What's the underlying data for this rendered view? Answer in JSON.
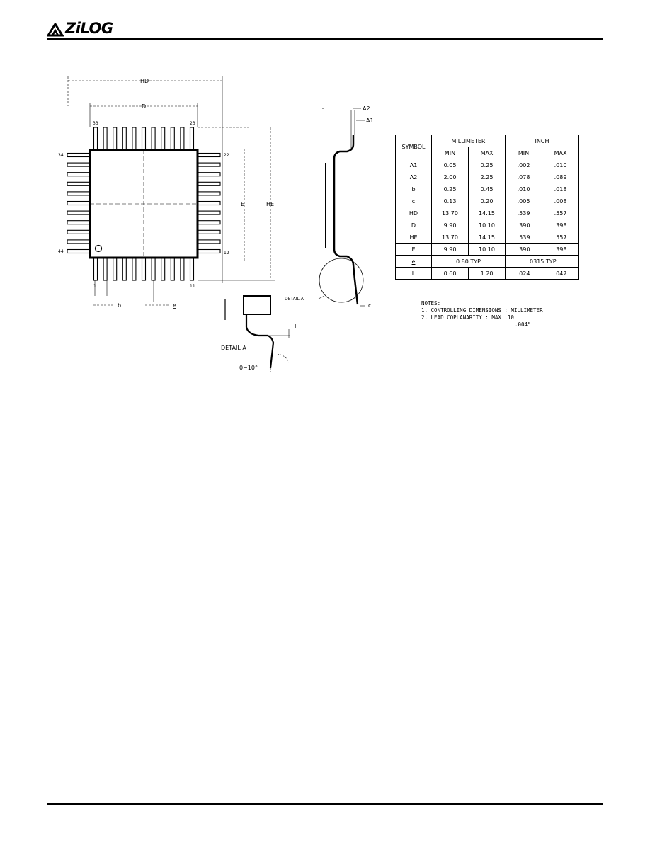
{
  "header": {
    "logo_text": "ZiLOG"
  },
  "table": {
    "symbol_header": "SYMBOL",
    "millimeter_header": "MILLIMETER",
    "inch_header": "INCH",
    "sub_headers": [
      "MIN",
      "MAX",
      "MIN",
      "MAX"
    ],
    "rows": [
      {
        "symbol": "A1",
        "mm_min": "0.05",
        "mm_max": "0.25",
        "in_min": ".002",
        "in_max": ".010"
      },
      {
        "symbol": "A2",
        "mm_min": "2.00",
        "mm_max": "2.25",
        "in_min": ".078",
        "in_max": ".089"
      },
      {
        "symbol": "b",
        "mm_min": "0.25",
        "mm_max": "0.45",
        "in_min": ".010",
        "in_max": ".018"
      },
      {
        "symbol": "c",
        "mm_min": "0.13",
        "mm_max": "0.20",
        "in_min": ".005",
        "in_max": ".008"
      },
      {
        "symbol": "HD",
        "mm_min": "13.70",
        "mm_max": "14.15",
        "in_min": ".539",
        "in_max": ".557"
      },
      {
        "symbol": "D",
        "mm_min": "9.90",
        "mm_max": "10.10",
        "in_min": ".390",
        "in_max": ".398"
      },
      {
        "symbol": "HE",
        "mm_min": "13.70",
        "mm_max": "14.15",
        "in_min": ".539",
        "in_max": ".557"
      },
      {
        "symbol": "E",
        "mm_min": "9.90",
        "mm_max": "10.10",
        "in_min": ".390",
        "in_max": ".398"
      }
    ],
    "e_row": {
      "symbol": "e",
      "mm_typ": "0.80 TYP",
      "in_typ": ".0315 TYP"
    },
    "l_row": {
      "symbol": "L",
      "mm_min": "0.60",
      "mm_max": "1.20",
      "in_min": ".024",
      "in_max": ".047"
    }
  },
  "notes": {
    "title": "NOTES:",
    "line1": "1. CONTROLLING DIMENSIONS : MILLIMETER",
    "line2": "2. LEAD COPLANARITY : MAX .10",
    "line3": ".004\""
  },
  "drawing": {
    "hd": "HD",
    "d": "D",
    "e": "E",
    "he": "HE",
    "b": "b",
    "e_pitch": "e",
    "pin_33": "33",
    "pin_23": "23",
    "pin_34": "34",
    "pin_22": "22",
    "pin_44": "44",
    "pin_12": "12",
    "pin_1": "1",
    "pin_11": "11",
    "a1": "A1",
    "a2": "A2",
    "c": "c",
    "detail_a_side": "DETAIL A",
    "detail_a": "DETAIL A",
    "l": "L",
    "angle": "0~10°"
  }
}
